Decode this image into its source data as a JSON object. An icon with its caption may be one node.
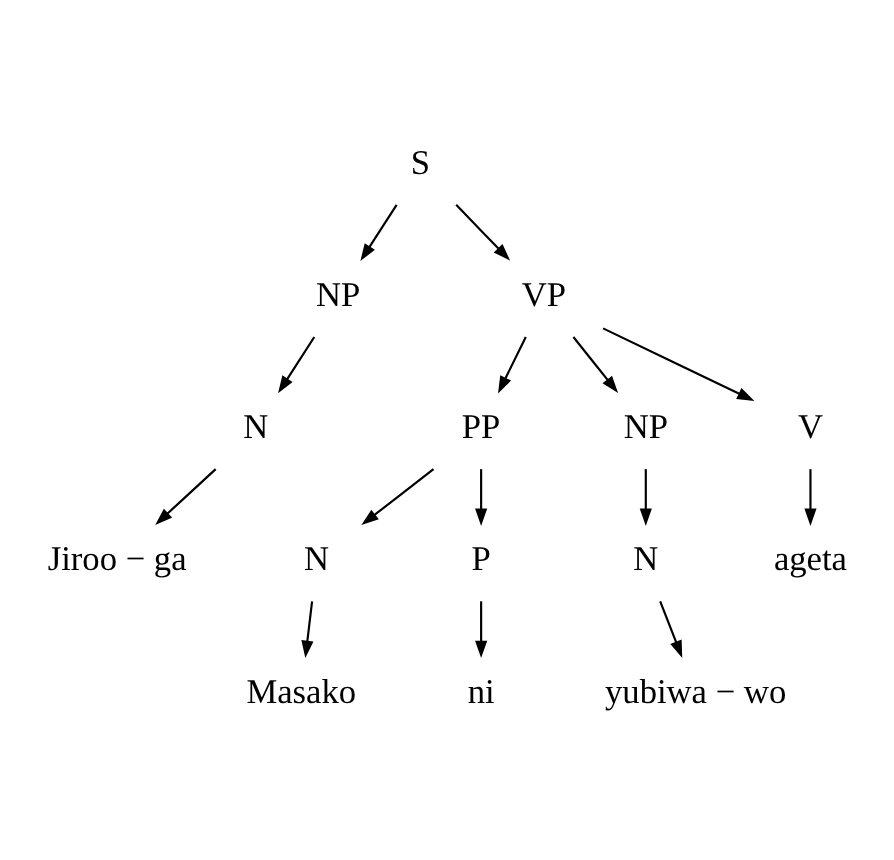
{
  "diagram": {
    "nodes": [
      {
        "text": [
          "S"
        ]
      },
      {
        "text": [
          "NP"
        ]
      },
      {
        "text": [
          "VP"
        ]
      },
      {
        "text": [
          "N"
        ]
      },
      {
        "text": [
          "PP"
        ]
      },
      {
        "text": [
          "NP"
        ]
      },
      {
        "text": [
          "V"
        ]
      },
      {
        "text": [
          "Jiroo − ga"
        ]
      },
      {
        "text": [
          "N"
        ]
      },
      {
        "text": [
          "P"
        ]
      },
      {
        "text": [
          "N"
        ]
      },
      {
        "text": [
          "ageta"
        ]
      },
      {
        "text": [
          "Masako"
        ]
      },
      {
        "text": [
          "ni"
        ]
      },
      {
        "text": [
          "yubiwa − wo"
        ]
      }
    ],
    "edges": [
      {
        "from": 0,
        "to": 1,
        "arrow": "to"
      },
      {
        "from": 0,
        "to": 2,
        "arrow": "to"
      },
      {
        "from": 1,
        "to": 3,
        "arrow": "to"
      },
      {
        "from": 2,
        "to": 4,
        "arrow": "to"
      },
      {
        "from": 2,
        "to": 5,
        "arrow": "to"
      },
      {
        "from": 2,
        "to": 6,
        "arrow": "to"
      },
      {
        "from": 3,
        "to": 7,
        "arrow": "to"
      },
      {
        "from": 4,
        "to": 8,
        "arrow": "to"
      },
      {
        "from": 4,
        "to": 9,
        "arrow": "to"
      },
      {
        "from": 5,
        "to": 10,
        "arrow": "to"
      },
      {
        "from": 6,
        "to": 11,
        "arrow": "to"
      },
      {
        "from": 8,
        "to": 12,
        "arrow": "to"
      },
      {
        "from": 9,
        "to": 13,
        "arrow": "to"
      },
      {
        "from": 10,
        "to": 14,
        "arrow": "to"
      }
    ]
  }
}
